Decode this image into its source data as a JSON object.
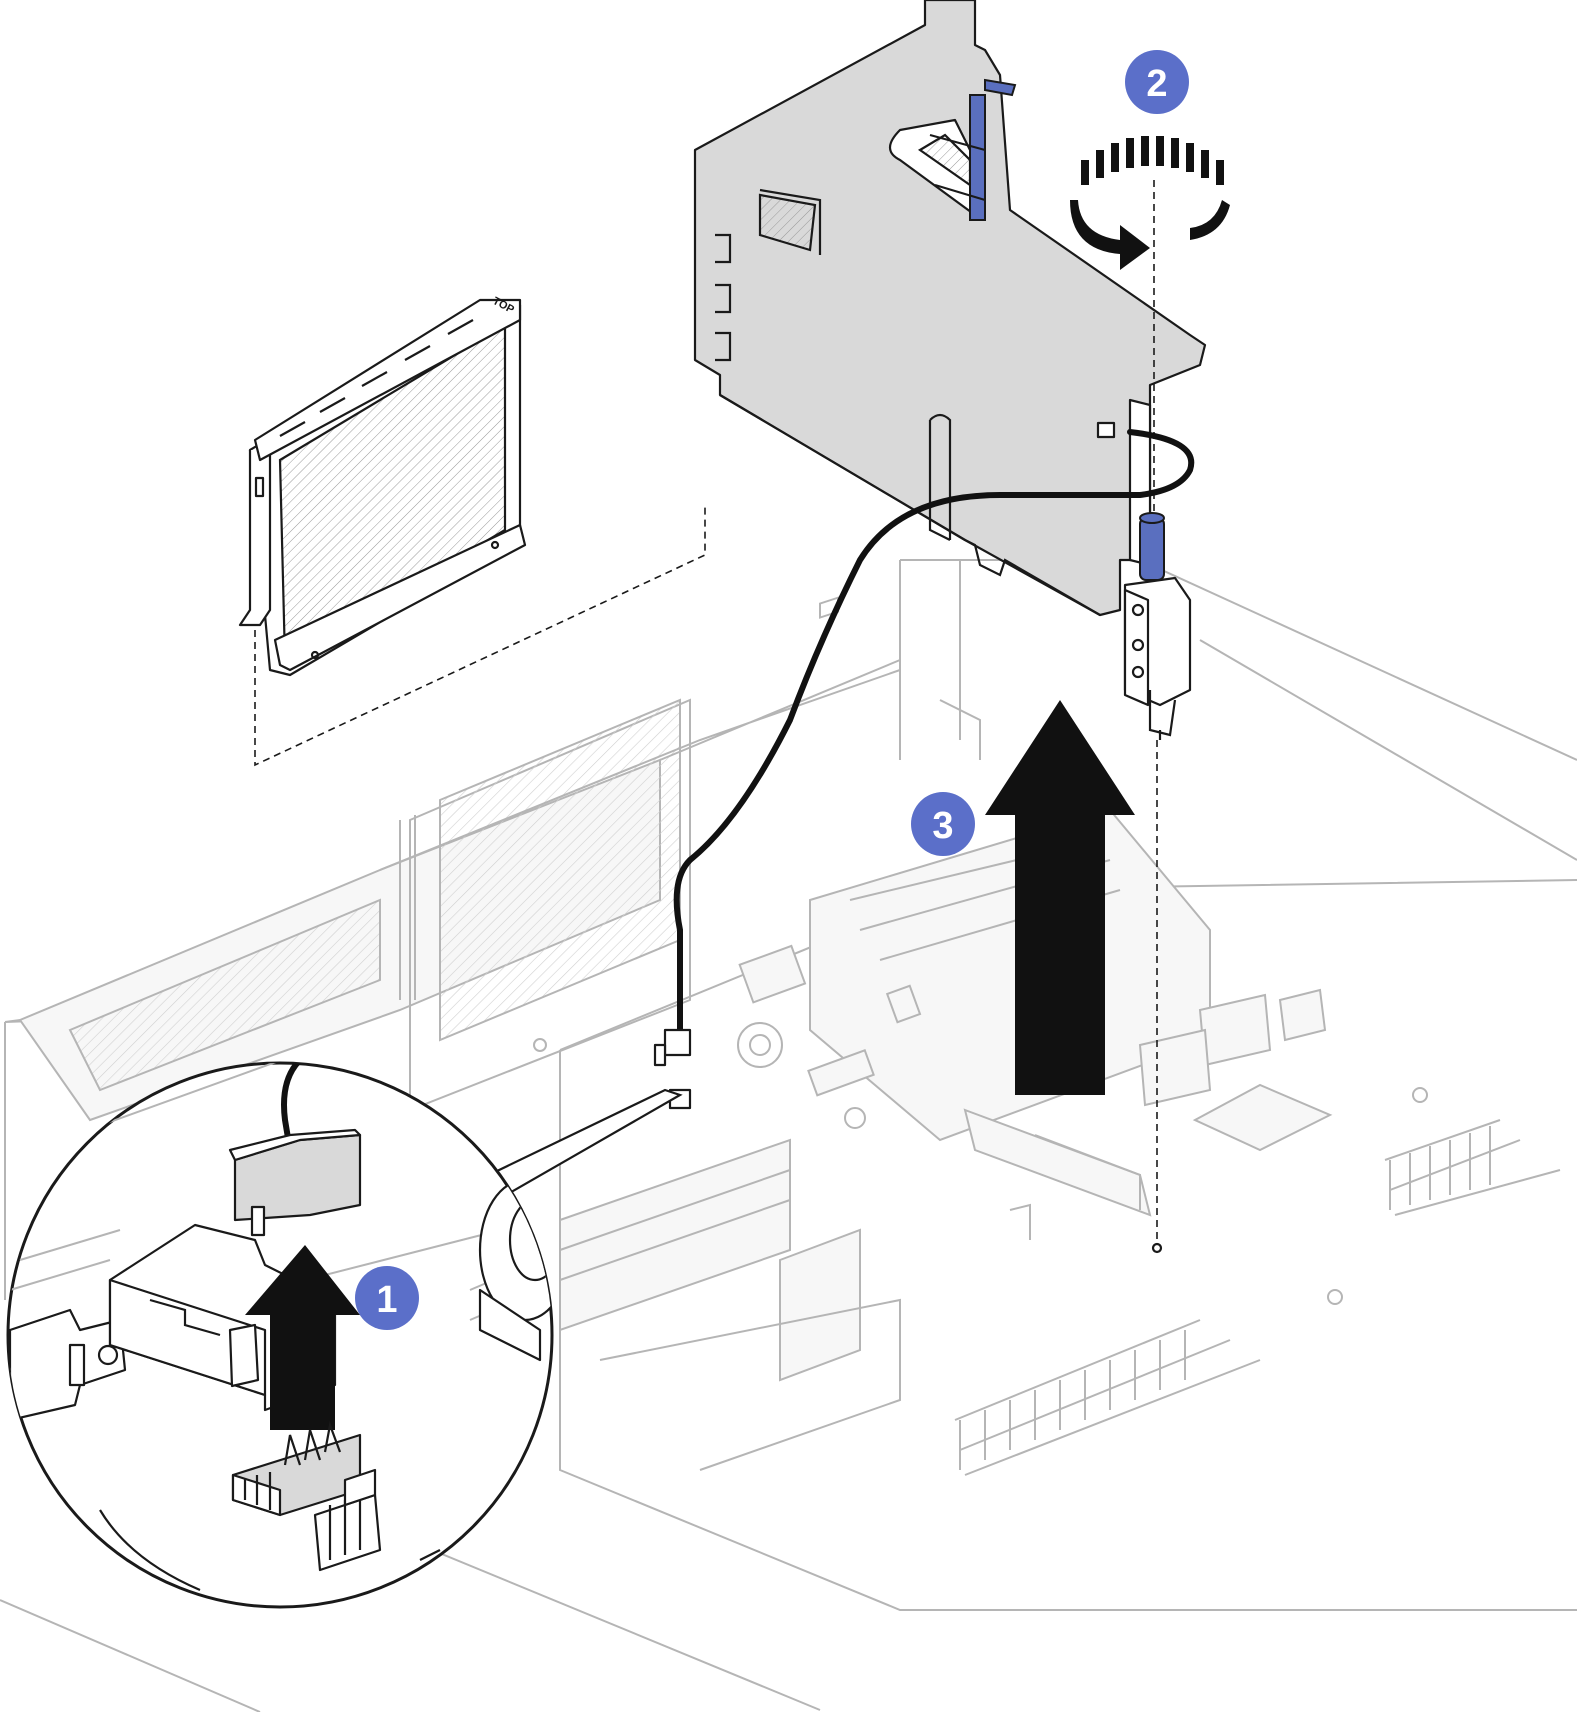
{
  "figure": {
    "callouts": [
      {
        "label": "1",
        "color": "#5b6fc9"
      },
      {
        "label": "2",
        "color": "#5b6fc9"
      },
      {
        "label": "3",
        "color": "#5b6fc9"
      }
    ],
    "filler_label": "TOP",
    "bracket_label": "TOP",
    "colors": {
      "callout": "#5b6fc9",
      "riser_tab": "#5a6fbf",
      "riser_body": "#d9d9d9",
      "chassis_line": "#b5b5b5",
      "outline": "#1a1a1a"
    },
    "icons": [
      "rotate-arrow-icon",
      "up-arrow-icon",
      "magnifier-circle"
    ]
  }
}
